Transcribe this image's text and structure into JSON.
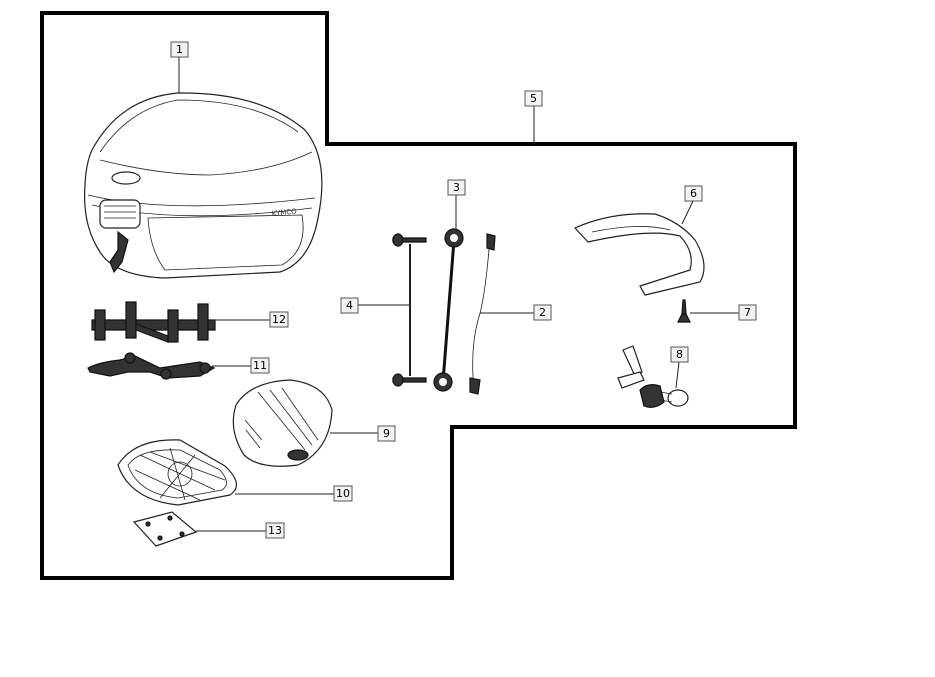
{
  "callouts": [
    {
      "id": "c1",
      "label": "1"
    },
    {
      "id": "c2",
      "label": "2"
    },
    {
      "id": "c3",
      "label": "3"
    },
    {
      "id": "c4",
      "label": "4"
    },
    {
      "id": "c5",
      "label": "5"
    },
    {
      "id": "c6",
      "label": "6"
    },
    {
      "id": "c7",
      "label": "7"
    },
    {
      "id": "c8",
      "label": "8"
    },
    {
      "id": "c9",
      "label": "9"
    },
    {
      "id": "c10",
      "label": "10"
    },
    {
      "id": "c11",
      "label": "11"
    },
    {
      "id": "c12",
      "label": "12"
    },
    {
      "id": "c13",
      "label": "13"
    }
  ],
  "brand_text": "KYMCO"
}
